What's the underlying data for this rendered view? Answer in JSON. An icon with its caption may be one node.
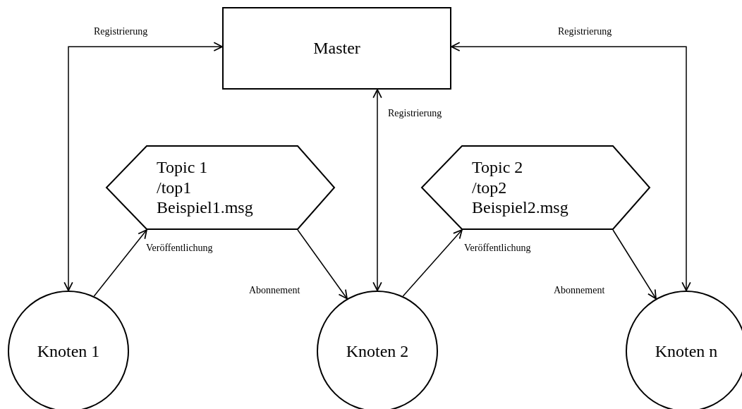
{
  "diagram": {
    "nodes": [
      {
        "text": [
          "Master"
        ]
      },
      {
        "text": [
          "Topic 1",
          "/top1",
          "Beispiel1.msg"
        ]
      },
      {
        "text": [
          "Topic 2",
          "/top2",
          "Beispiel2.msg"
        ]
      },
      {
        "text": [
          "Knoten 1"
        ]
      },
      {
        "text": [
          "Knoten 2"
        ]
      },
      {
        "text": [
          "Knoten n"
        ]
      }
    ],
    "edges": [
      {
        "from": 3,
        "to": 0,
        "arrow": "both",
        "label": "Registrierung"
      },
      {
        "from": 5,
        "to": 0,
        "arrow": "both",
        "label": "Registrierung"
      },
      {
        "from": 0,
        "to": 4,
        "arrow": "both",
        "label": "Registrierung"
      },
      {
        "from": 3,
        "to": 1,
        "arrow": "to",
        "label": "Veröffentlichung"
      },
      {
        "from": 1,
        "to": 4,
        "arrow": "to",
        "label": "Abonnement"
      },
      {
        "from": 4,
        "to": 2,
        "arrow": "to",
        "label": "Veröffentlichung"
      },
      {
        "from": 2,
        "to": 5,
        "arrow": "to",
        "label": "Abonnement"
      }
    ]
  }
}
